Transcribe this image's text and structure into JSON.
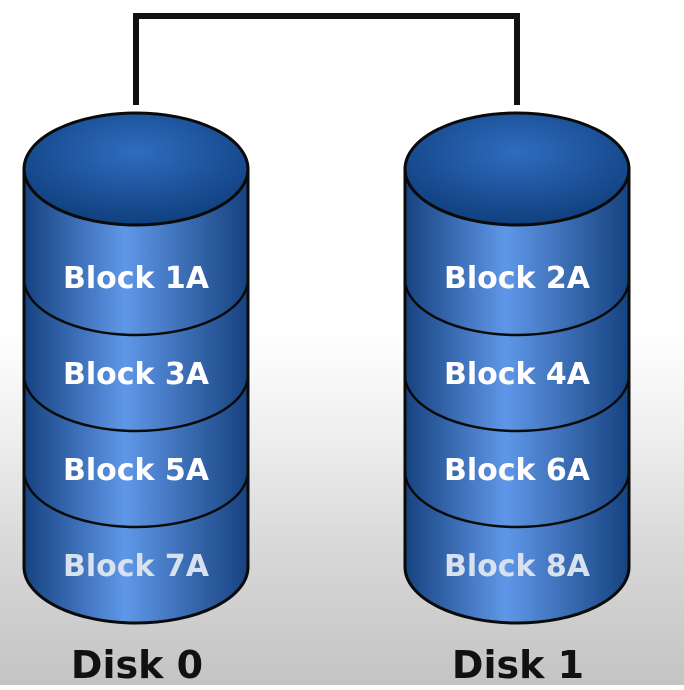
{
  "colors": {
    "cylinder_light": "#5f97e8",
    "cylinder_mid": "#2e6bc4",
    "cylinder_dark": "#16427f",
    "top_light": "#2f6cc0",
    "top_dark": "#0d3c78",
    "outline": "#0a0a0a",
    "connector": "#111111",
    "label_text": "#ffffff",
    "label_text_faded": "#d8e2ee"
  },
  "disks": [
    {
      "label": "Disk 0",
      "blocks": [
        "Block 1A",
        "Block 3A",
        "Block 5A",
        "Block 7A"
      ]
    },
    {
      "label": "Disk 1",
      "blocks": [
        "Block 2A",
        "Block 4A",
        "Block 6A",
        "Block 8A"
      ]
    }
  ]
}
